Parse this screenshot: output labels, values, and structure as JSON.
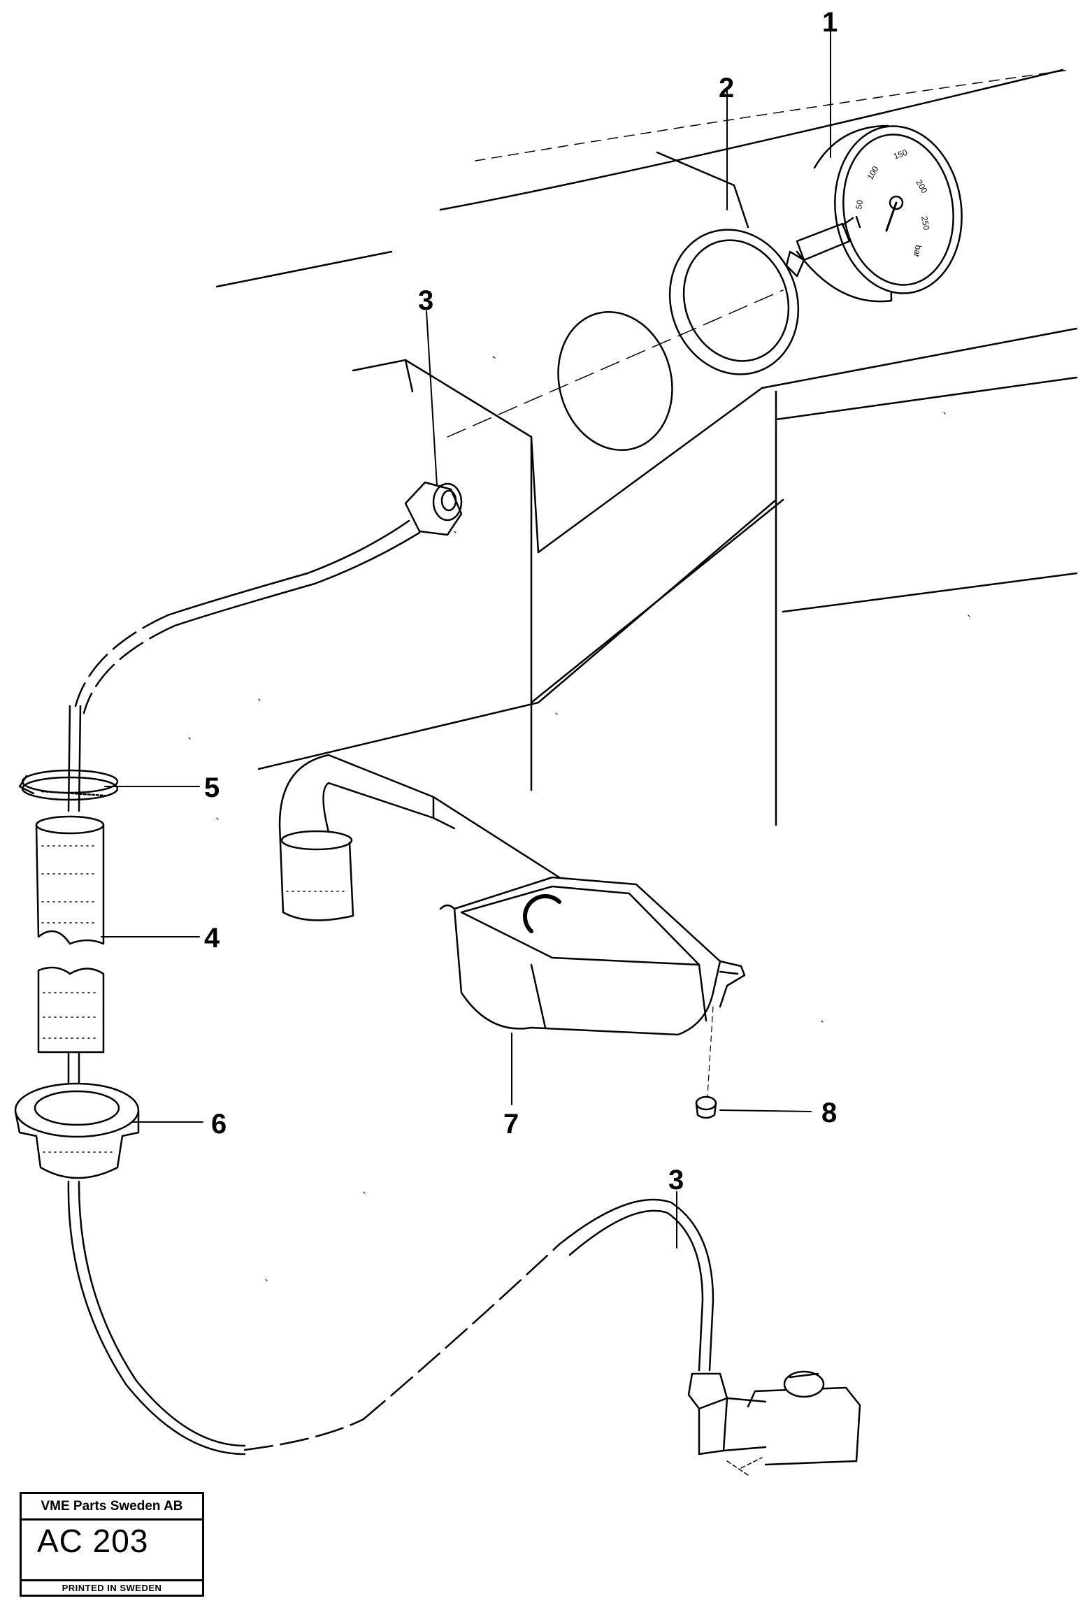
{
  "callouts": {
    "gauge": "1",
    "ring": "2",
    "hose_upper": "3",
    "sleeve": "4",
    "clamp": "5",
    "grommet": "6",
    "holder": "7",
    "nut": "8",
    "hose_lower": "3"
  },
  "title_block": {
    "company": "VME Parts Sweden AB",
    "code": "AC 203",
    "printed": "PRINTED IN SWEDEN"
  }
}
